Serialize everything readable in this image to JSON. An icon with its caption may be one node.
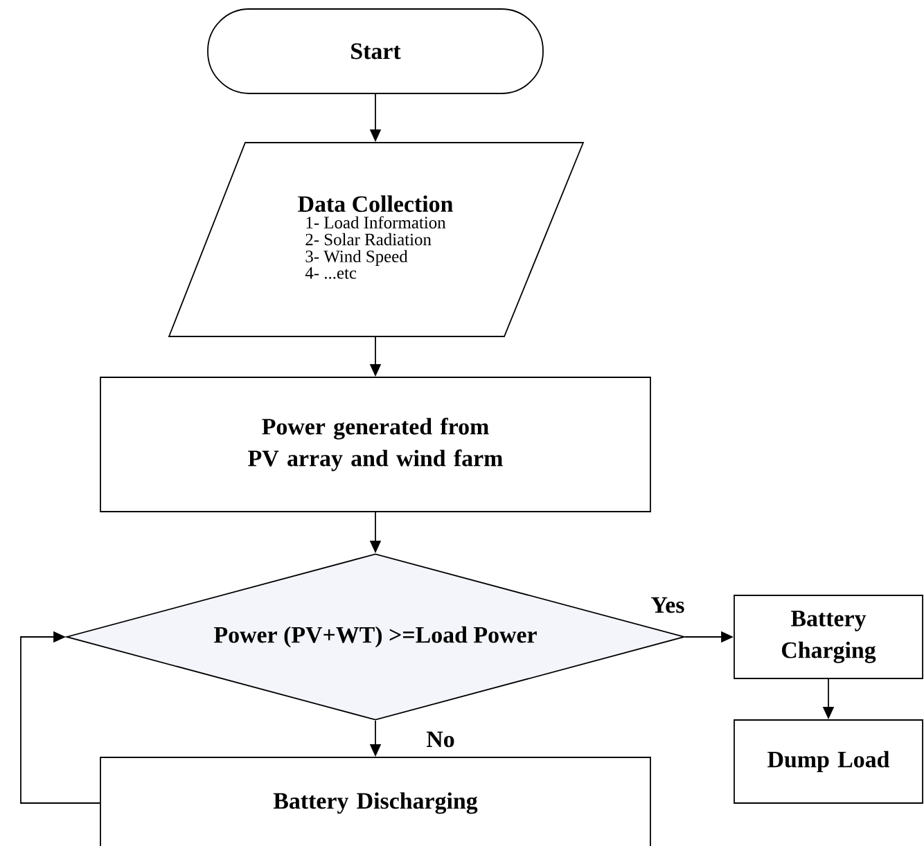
{
  "diagram": {
    "nodes": [
      {
        "text": [
          "Start"
        ]
      },
      {
        "text": [
          "Data Collection",
          "1- Load Information",
          "2- Solar Radiation",
          "3- Wind Speed",
          "4- ...etc"
        ]
      },
      {
        "text": [
          "Power generated from PV array and wind farm"
        ]
      },
      {
        "text": [
          "Power (PV+WT) >=Load Power"
        ]
      },
      {
        "text": [
          "Battery Charging"
        ]
      },
      {
        "text": [
          "Dump Load"
        ]
      },
      {
        "text": [
          "Battery Discharging"
        ]
      }
    ],
    "edges": [
      {
        "from": 0,
        "to": 1,
        "arrow": "to"
      },
      {
        "from": 1,
        "to": 2,
        "arrow": "to"
      },
      {
        "from": 2,
        "to": 3,
        "arrow": "to"
      },
      {
        "from": 3,
        "to": 4,
        "arrow": "to",
        "label": "Yes"
      },
      {
        "from": 4,
        "to": 5,
        "arrow": "to"
      },
      {
        "from": 3,
        "to": 6,
        "arrow": "to",
        "label": "No"
      },
      {
        "from": 6,
        "to": 3,
        "arrow": "to"
      }
    ]
  }
}
